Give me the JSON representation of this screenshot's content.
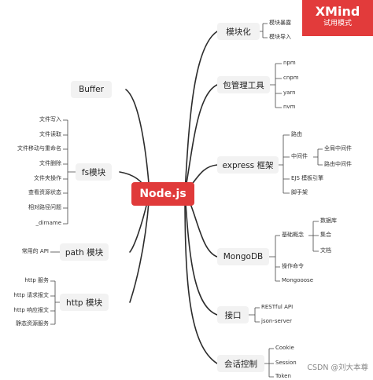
{
  "root": "Node.js",
  "badge": {
    "brand": "XMind",
    "mode": "试用模式"
  },
  "watermark": "CSDN @刘大本尊",
  "left": {
    "buffer": "Buffer",
    "fs": {
      "label": "fs模块",
      "leaves": [
        "文件写入",
        "文件读取",
        "文件移动与重命名",
        "文件删除",
        "文件夹操作",
        "查看资源状态",
        "相对路径问题",
        "_dirname"
      ]
    },
    "path": {
      "label": "path 模块",
      "leaves": [
        "常用的 API"
      ]
    },
    "http": {
      "label": "http 模块",
      "leaves": [
        "http 服务",
        "http 请求报文",
        "http 响应报文",
        "静态资源服务"
      ]
    }
  },
  "right": {
    "modular": {
      "label": "模块化",
      "leaves": [
        "模块暴露",
        "模块导入"
      ]
    },
    "pkg": {
      "label": "包管理工具",
      "leaves": [
        "npm",
        "cnpm",
        "yarn",
        "nvm"
      ]
    },
    "express": {
      "label": "express 框架",
      "children": [
        "路由",
        "中间件",
        "EJS 模板引擎",
        "脚手架"
      ],
      "middleware": [
        "全局中间件",
        "路由中间件"
      ]
    },
    "mongodb": {
      "label": "MongoDB",
      "children": [
        "基础概念",
        "操作命令",
        "Mongooose"
      ],
      "concepts": [
        "数据库",
        "集合",
        "文档"
      ]
    },
    "api": {
      "label": "接口",
      "leaves": [
        "RESTful API",
        "json-server"
      ]
    },
    "session": {
      "label": "会话控制",
      "leaves": [
        "Cookie",
        "Session",
        "Token"
      ]
    }
  }
}
